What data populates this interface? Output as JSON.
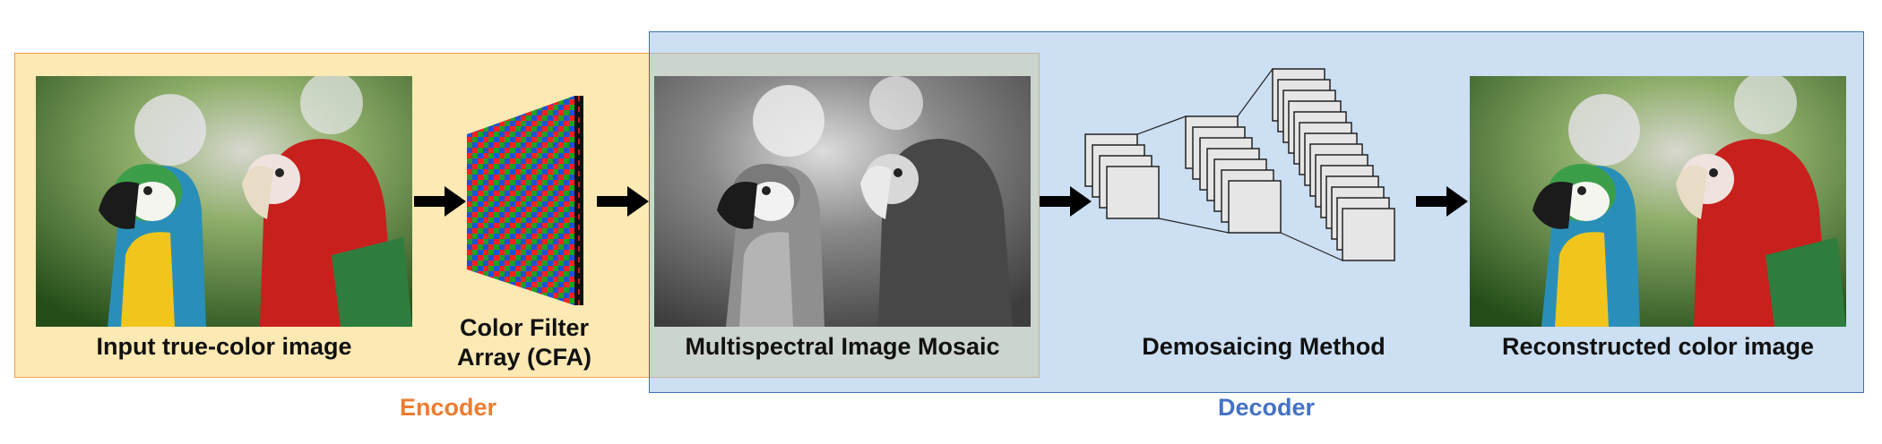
{
  "regions": {
    "encoder": {
      "label": "Encoder",
      "color": "#ed7d31"
    },
    "decoder": {
      "label": "Decoder",
      "color": "#4472c4"
    }
  },
  "stages": {
    "input": "Input true-color image",
    "cfa_line1": "Color Filter",
    "cfa_line2": "Array (CFA)",
    "mosaic": "Multispectral Image Mosaic",
    "demosaic": "Demosaicing Method",
    "output": "Reconstructed color image"
  },
  "cfa_colors": [
    "#ff2020",
    "#1fa11f",
    "#2050d8"
  ],
  "arrow_color": "#000000"
}
